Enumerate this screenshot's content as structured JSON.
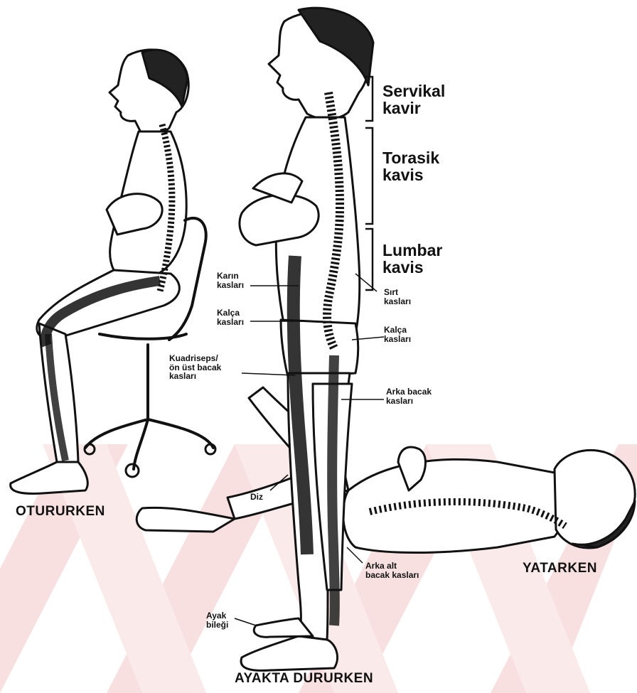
{
  "labels": {
    "servikal_line1": "Servikal",
    "servikal_line2": "kavir",
    "torasik_line1": "Torasik",
    "torasik_line2": "kavis",
    "lumbar_line1": "Lumbar",
    "lumbar_line2": "kavis",
    "karin_line1": "Karın",
    "karin_line2": "kasları",
    "sirt_line1": "Sırt",
    "sirt_line2": "kasları",
    "kalca_left_line1": "Kalça",
    "kalca_left_line2": "kasları",
    "kalca_right_line1": "Kalça",
    "kalca_right_line2": "kasları",
    "kuadriseps_line1": "Kuadriseps/",
    "kuadriseps_line2": "ön üst bacak",
    "kuadriseps_line3": "kasları",
    "arka_bacak_line1": "Arka bacak",
    "arka_bacak_line2": "kasları",
    "diz": "Diz",
    "arka_alt_line1": "Arka alt",
    "arka_alt_line2": "bacak kasları",
    "ayak_line1": "Ayak",
    "ayak_line2": "bileği"
  },
  "captions": {
    "sitting": "OTURURKEN",
    "standing": "AYAKTA DURURKEN",
    "lying": "YATARKEN"
  },
  "colors": {
    "ink": "#111111",
    "watermark": "#f7dede"
  }
}
